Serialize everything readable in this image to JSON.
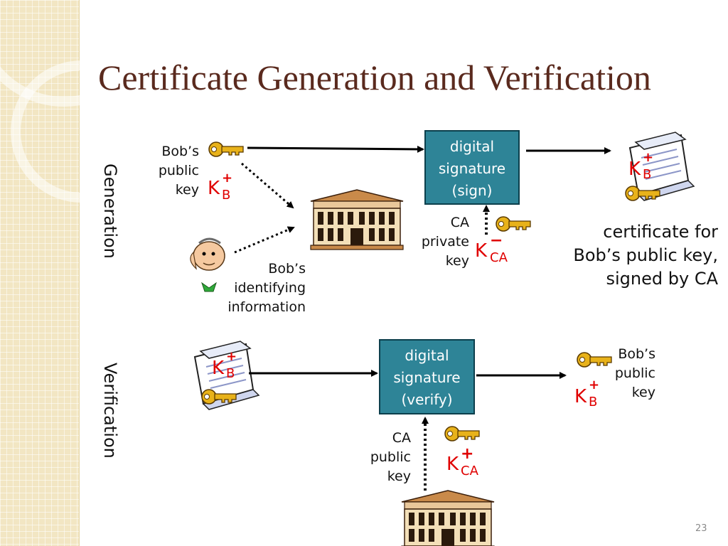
{
  "title": "Certificate Generation and Verification",
  "sections": {
    "generation": "Generation",
    "verification": "Verification"
  },
  "generation": {
    "bob_public_key_label": [
      "Bob’s",
      "public",
      "key"
    ],
    "bob_key_symbol": {
      "base": "K",
      "sub": "B",
      "sup": "+"
    },
    "bob_identifying_label": [
      "Bob’s",
      "identifying",
      "information"
    ],
    "sign_box": [
      "digital",
      "signature",
      "(sign)"
    ],
    "ca_private_key_label": [
      "CA",
      "private",
      "key"
    ],
    "ca_private_symbol": {
      "base": "K",
      "sub": "CA",
      "sup": "−"
    },
    "certificate_symbol": {
      "base": "K",
      "sub": "B",
      "sup": "+"
    },
    "certificate_label": [
      "certificate for",
      "Bob’s public key,",
      "signed by CA"
    ]
  },
  "verification": {
    "certificate_symbol": {
      "base": "K",
      "sub": "B",
      "sup": "+"
    },
    "verify_box": [
      "digital",
      "signature",
      "(verify)"
    ],
    "ca_public_key_label": [
      "CA",
      "public",
      "key"
    ],
    "ca_public_symbol": {
      "base": "K",
      "sub": "CA",
      "sup": "+"
    },
    "result_label": [
      "Bob’s",
      "public",
      "key"
    ],
    "result_symbol": {
      "base": "K",
      "sub": "B",
      "sup": "+"
    }
  },
  "page_number": "23",
  "colors": {
    "title": "#5a2a1e",
    "key_symbol": "#e00000",
    "box_fill": "#2e8497",
    "key_gold": "#e8b21a",
    "side_strip": "#f2e6c3"
  }
}
